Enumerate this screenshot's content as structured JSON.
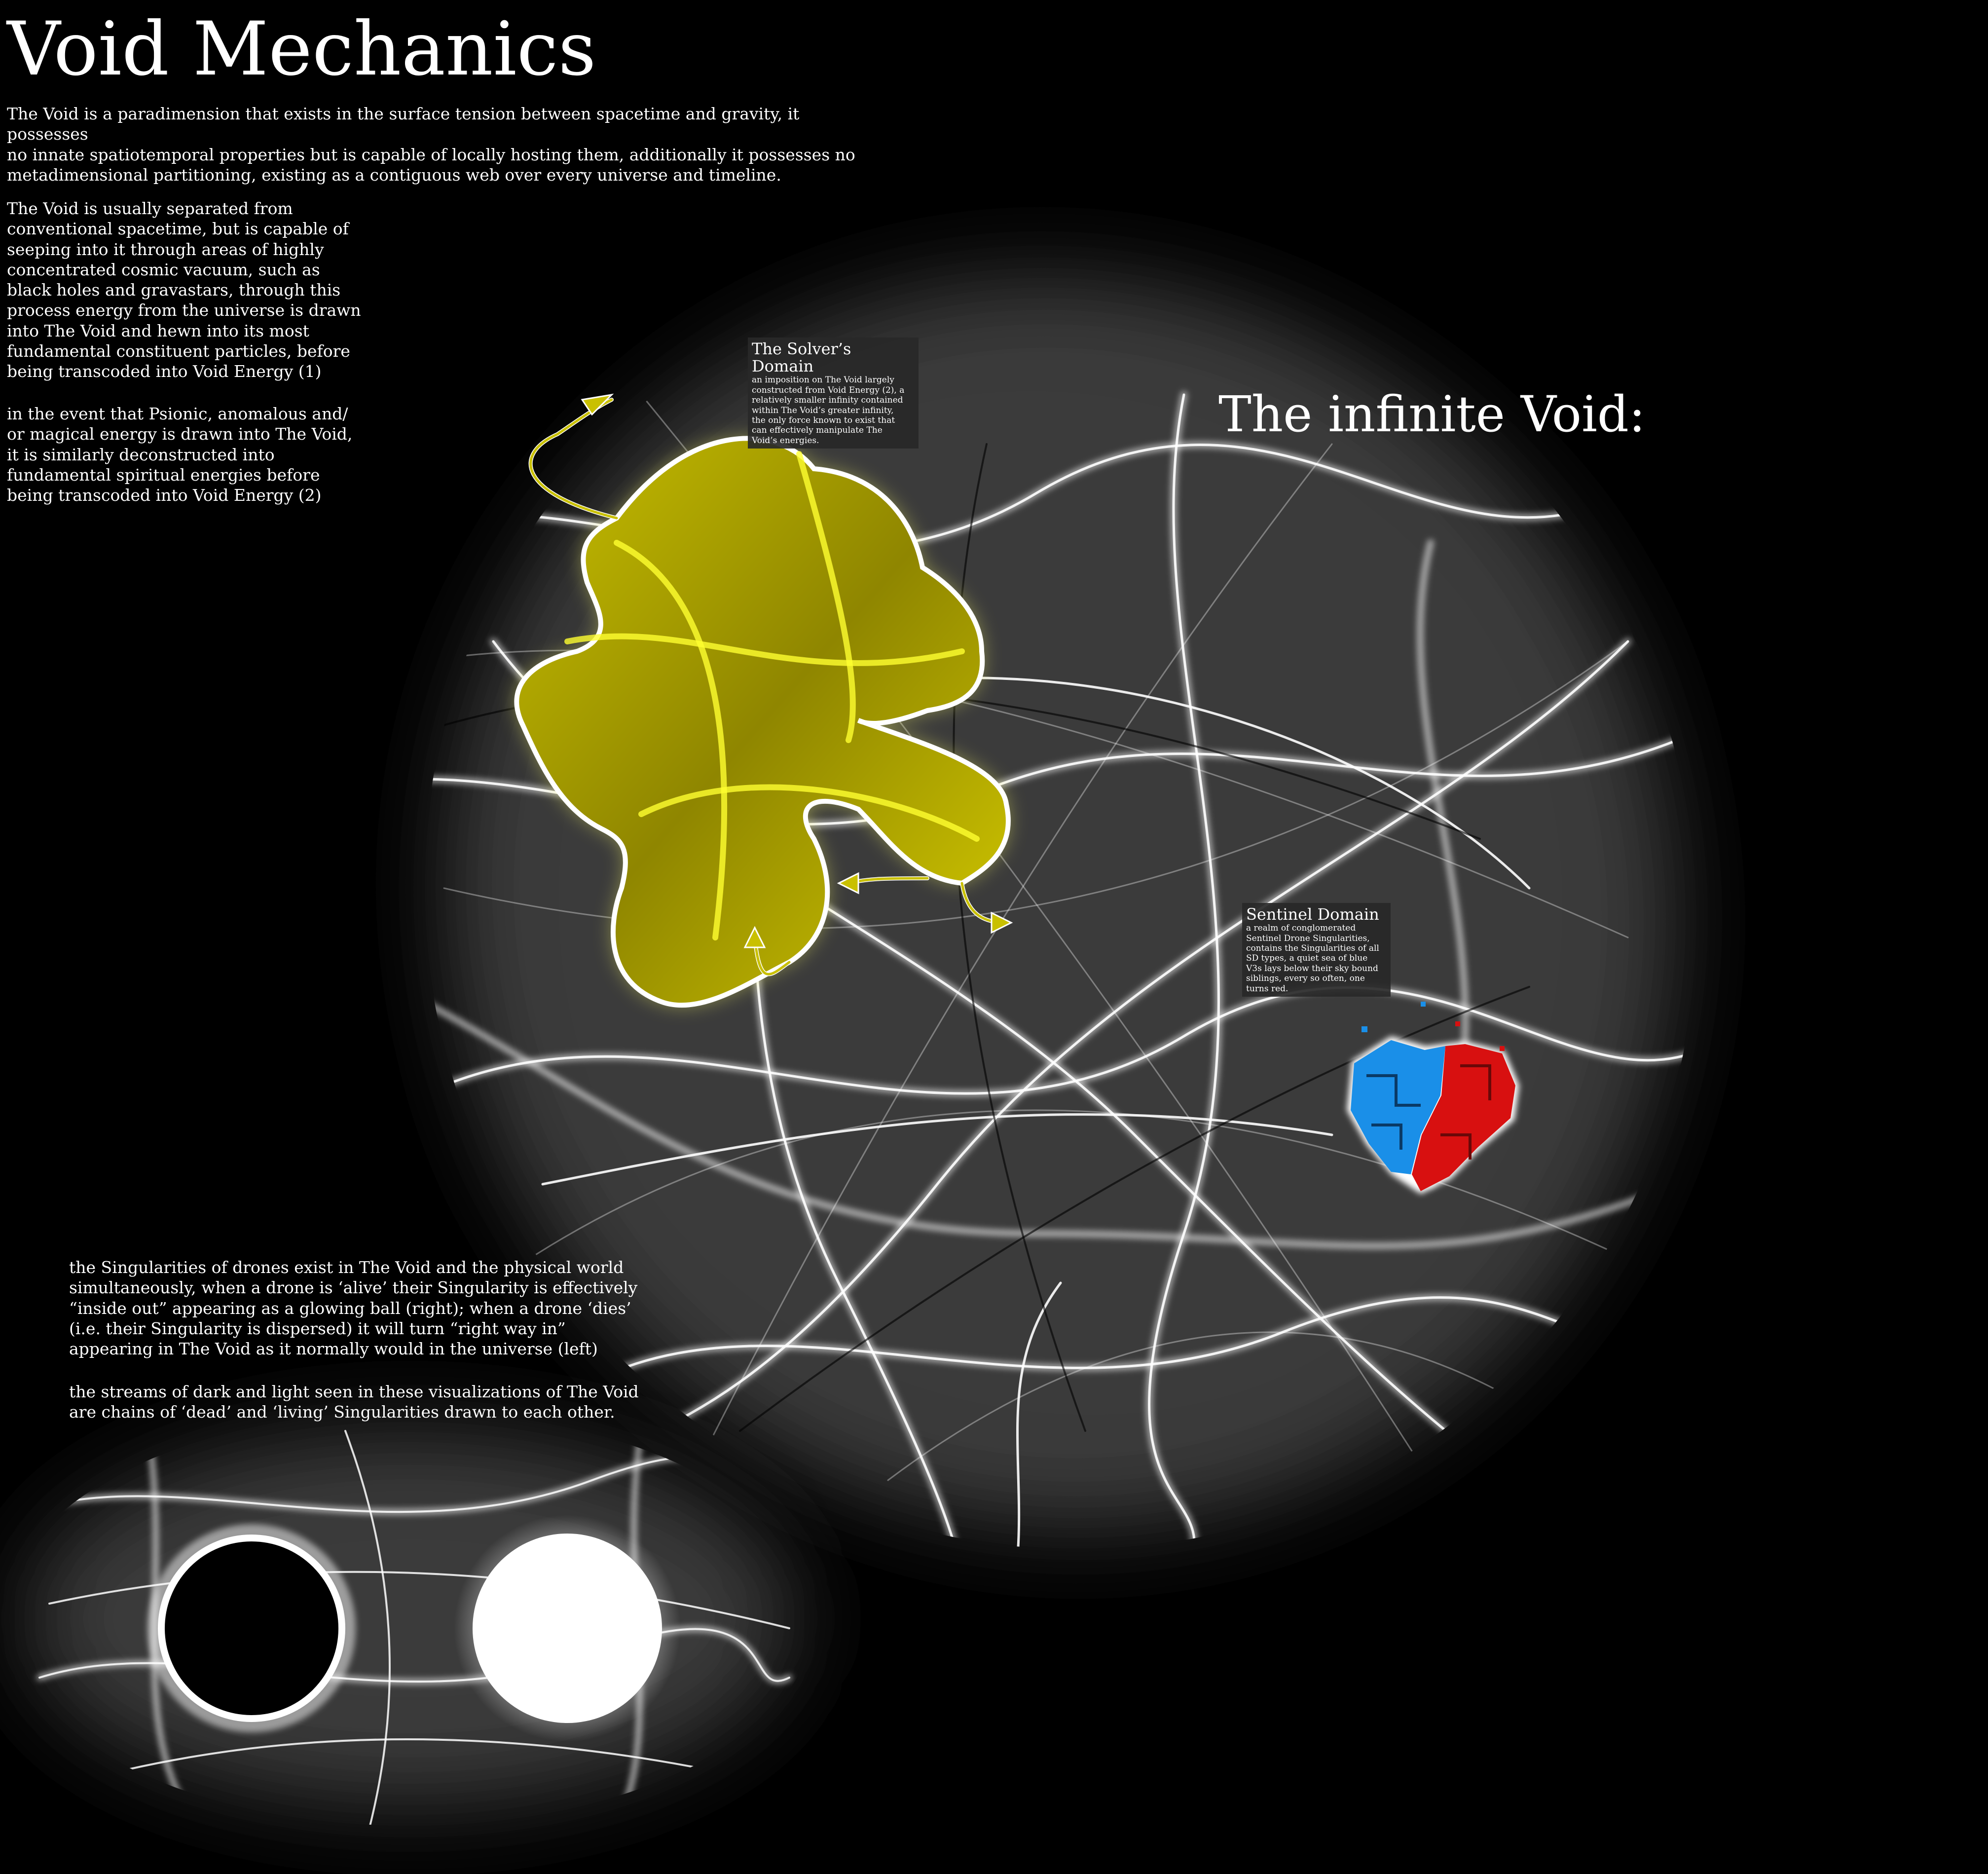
{
  "title": "Void Mechanics",
  "intro": "The Void is a paradimension that exists in the surface tension between spacetime and gravity, it possesses\nno innate spatiotemporal properties but is capable of locally hosting them, additionally it possesses no\nmetadimensional partitioning, existing as a contiguous web over every universe and timeline.",
  "seeping": "The Void is usually separated from\nconventional spacetime, but is capable of\nseeping into it through areas of highly\nconcentrated cosmic vacuum, such as\nblack holes and gravastars, through this\nprocess energy from the universe is drawn\ninto The Void and hewn into its most\nfundamental constituent particles, before\nbeing transcoded into Void Energy (1)",
  "psionic": " in the event that Psionic, anomalous and/\nor magical energy is drawn into The Void,\nit is similarly deconstructed into\nfundamental spiritual energies before\nbeing transcoded into Void Energy (2)",
  "infinite_void": "The infinite Void:",
  "solver": {
    "title": "The Solver’s Domain",
    "body": "an imposition on The Void largely\nconstructed from Void Energy (2), a\nrelatively smaller infinity contained\nwithin The Void’s greater infinity,\nthe only force known to exist that\ncan effectively manipulate The\nVoid’s energies."
  },
  "sentinel": {
    "title": "Sentinel Domain",
    "body": "a realm of conglomerated\nSentinel Drone Singularities,\ncontains the Singularities of all\nSD types, a quiet sea of blue\nV3s lays below their sky bound\nsiblings, every so often, one\nturns red."
  },
  "singularities": "the Singularities of drones exist in The Void and the physical world\nsimultaneously, when a drone is ‘alive’ their Singularity is effectively\n“inside out” appearing as a glowing ball (right); when a drone ‘dies’\n(i.e. their Singularity is dispersed) it will turn “right way in”\nappearing in The Void as it normally would in the universe (left)",
  "streams": "the streams of dark and light seen in these visualizations of The Void\nare chains of ‘dead’ and ‘living’ Singularities drawn to each other.",
  "colors": {
    "background": "#000000",
    "solver_yellow": "#d9d000",
    "sentinel_blue": "#1a8fe8",
    "sentinel_red": "#d81010",
    "web_white": "#ffffff"
  },
  "icons": {
    "dead_singularity": "black-ring",
    "living_singularity": "white-ball",
    "solver_domain": "yellow-blob",
    "sentinel_domain": "blue-red-cluster"
  }
}
